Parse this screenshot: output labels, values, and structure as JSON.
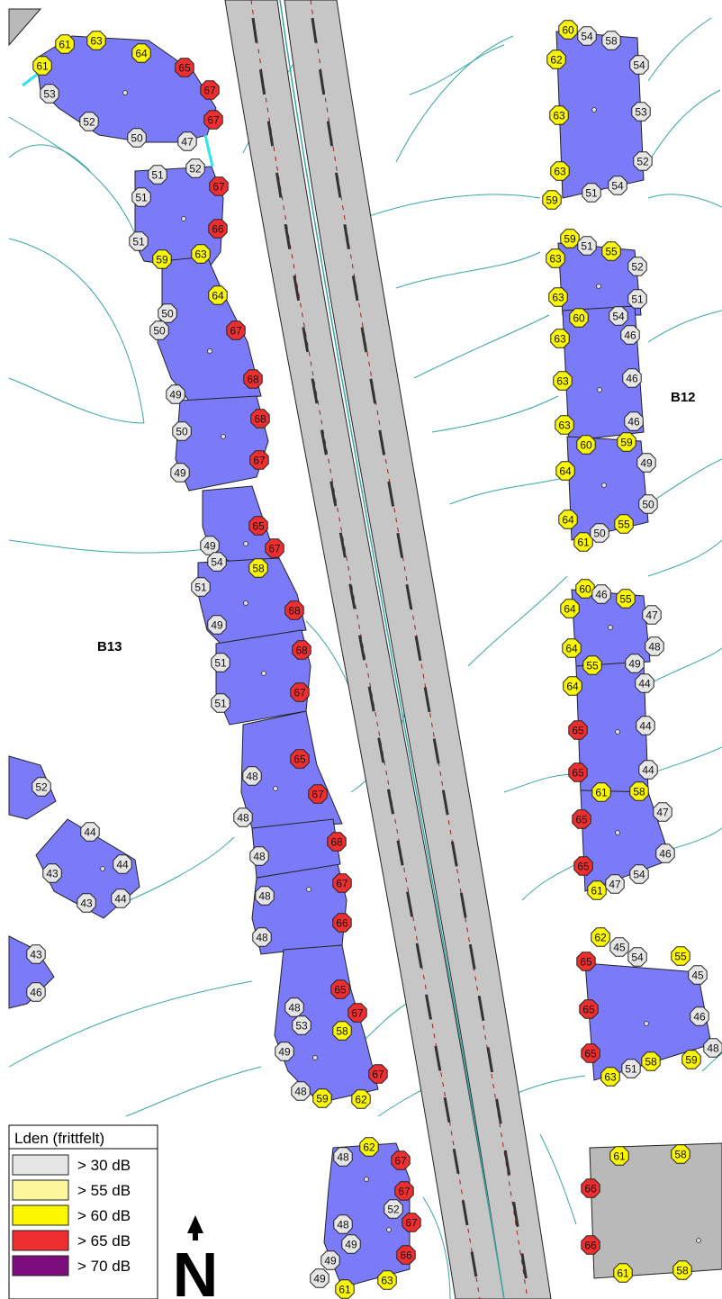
{
  "area_labels": {
    "b13": "B13",
    "b12": "B12"
  },
  "colors": {
    "grey": "#e6e6e6",
    "light_yellow": "#fbf79a",
    "yellow": "#fbf700",
    "red": "#ef2f2f",
    "purple": "#7d0c7d"
  },
  "legend": {
    "title": "Lden (frittfelt)",
    "items": [
      {
        "label": ">  30 dB",
        "color": "#e6e6e6"
      },
      {
        "label": ">  55 dB",
        "color": "#fbf79a"
      },
      {
        "label": ">  60 dB",
        "color": "#fbf700"
      },
      {
        "label": ">  65 dB",
        "color": "#ef2f2f"
      },
      {
        "label": ">  70 dB",
        "color": "#7d0c7d"
      }
    ]
  },
  "north_arrow": {
    "label": "N"
  },
  "noise_points": [
    [
      "61",
      "yellow"
    ],
    [
      "63",
      "yellow"
    ],
    [
      "64",
      "yellow"
    ],
    [
      "65",
      "red"
    ],
    [
      "61",
      "yellow"
    ],
    [
      "67",
      "red"
    ],
    [
      "53",
      "grey"
    ],
    [
      "67",
      "red"
    ],
    [
      "52",
      "grey"
    ],
    [
      "50",
      "grey"
    ],
    [
      "47",
      "grey"
    ],
    [
      "51",
      "grey"
    ],
    [
      "52",
      "grey"
    ],
    [
      "67",
      "red"
    ],
    [
      "51",
      "grey"
    ],
    [
      "66",
      "red"
    ],
    [
      "51",
      "grey"
    ],
    [
      "59",
      "yellow"
    ],
    [
      "63",
      "yellow"
    ],
    [
      "64",
      "yellow"
    ],
    [
      "50",
      "grey"
    ],
    [
      "67",
      "red"
    ],
    [
      "50",
      "grey"
    ],
    [
      "68",
      "red"
    ],
    [
      "49",
      "grey"
    ],
    [
      "68",
      "red"
    ],
    [
      "50",
      "grey"
    ],
    [
      "67",
      "red"
    ],
    [
      "49",
      "grey"
    ],
    [
      "65",
      "red"
    ],
    [
      "49",
      "grey"
    ],
    [
      "67",
      "red"
    ],
    [
      "54",
      "grey"
    ],
    [
      "58",
      "yellow"
    ],
    [
      "51",
      "grey"
    ],
    [
      "68",
      "red"
    ],
    [
      "49",
      "grey"
    ],
    [
      "68",
      "red"
    ],
    [
      "51",
      "grey"
    ],
    [
      "67",
      "red"
    ],
    [
      "51",
      "grey"
    ],
    [
      "65",
      "red"
    ],
    [
      "48",
      "grey"
    ],
    [
      "67",
      "red"
    ],
    [
      "48",
      "grey"
    ],
    [
      "68",
      "red"
    ],
    [
      "48",
      "grey"
    ],
    [
      "67",
      "red"
    ],
    [
      "48",
      "grey"
    ],
    [
      "66",
      "red"
    ],
    [
      "48",
      "grey"
    ],
    [
      "65",
      "red"
    ],
    [
      "48",
      "grey"
    ],
    [
      "67",
      "red"
    ],
    [
      "53",
      "grey"
    ],
    [
      "58",
      "yellow"
    ],
    [
      "49",
      "grey"
    ],
    [
      "67",
      "red"
    ],
    [
      "48",
      "grey"
    ],
    [
      "59",
      "yellow"
    ],
    [
      "62",
      "yellow"
    ],
    [
      "52",
      "grey"
    ],
    [
      "44",
      "grey"
    ],
    [
      "43",
      "grey"
    ],
    [
      "44",
      "grey"
    ],
    [
      "43",
      "grey"
    ],
    [
      "44",
      "grey"
    ],
    [
      "43",
      "grey"
    ],
    [
      "46",
      "grey"
    ],
    [
      "48",
      "grey"
    ],
    [
      "62",
      "yellow"
    ],
    [
      "67",
      "red"
    ],
    [
      "67",
      "red"
    ],
    [
      "52",
      "grey"
    ],
    [
      "67",
      "red"
    ],
    [
      "48",
      "grey"
    ],
    [
      "49",
      "grey"
    ],
    [
      "66",
      "red"
    ],
    [
      "49",
      "grey"
    ],
    [
      "49",
      "grey"
    ],
    [
      "61",
      "yellow"
    ],
    [
      "63",
      "yellow"
    ],
    [
      "60",
      "yellow"
    ],
    [
      "54",
      "grey"
    ],
    [
      "58",
      "grey"
    ],
    [
      "62",
      "yellow"
    ],
    [
      "54",
      "grey"
    ],
    [
      "63",
      "yellow"
    ],
    [
      "53",
      "grey"
    ],
    [
      "63",
      "yellow"
    ],
    [
      "52",
      "grey"
    ],
    [
      "59",
      "yellow"
    ],
    [
      "51",
      "grey"
    ],
    [
      "54",
      "grey"
    ],
    [
      "59",
      "yellow"
    ],
    [
      "51",
      "grey"
    ],
    [
      "55",
      "yellow"
    ],
    [
      "63",
      "yellow"
    ],
    [
      "52",
      "grey"
    ],
    [
      "63",
      "yellow"
    ],
    [
      "51",
      "grey"
    ],
    [
      "60",
      "yellow"
    ],
    [
      "54",
      "grey"
    ],
    [
      "63",
      "yellow"
    ],
    [
      "46",
      "grey"
    ],
    [
      "63",
      "yellow"
    ],
    [
      "46",
      "grey"
    ],
    [
      "63",
      "yellow"
    ],
    [
      "46",
      "grey"
    ],
    [
      "60",
      "yellow"
    ],
    [
      "59",
      "yellow"
    ],
    [
      "64",
      "yellow"
    ],
    [
      "49",
      "grey"
    ],
    [
      "64",
      "yellow"
    ],
    [
      "50",
      "grey"
    ],
    [
      "61",
      "yellow"
    ],
    [
      "50",
      "grey"
    ],
    [
      "55",
      "yellow"
    ],
    [
      "60",
      "yellow"
    ],
    [
      "46",
      "grey"
    ],
    [
      "55",
      "yellow"
    ],
    [
      "64",
      "yellow"
    ],
    [
      "47",
      "grey"
    ],
    [
      "64",
      "yellow"
    ],
    [
      "48",
      "grey"
    ],
    [
      "55",
      "yellow"
    ],
    [
      "49",
      "grey"
    ],
    [
      "64",
      "yellow"
    ],
    [
      "44",
      "grey"
    ],
    [
      "65",
      "red"
    ],
    [
      "44",
      "grey"
    ],
    [
      "65",
      "red"
    ],
    [
      "44",
      "grey"
    ],
    [
      "61",
      "yellow"
    ],
    [
      "58",
      "yellow"
    ],
    [
      "65",
      "red"
    ],
    [
      "47",
      "grey"
    ],
    [
      "65",
      "red"
    ],
    [
      "46",
      "grey"
    ],
    [
      "61",
      "yellow"
    ],
    [
      "47",
      "grey"
    ],
    [
      "54",
      "grey"
    ],
    [
      "62",
      "yellow"
    ],
    [
      "45",
      "grey"
    ],
    [
      "54",
      "grey"
    ],
    [
      "55",
      "yellow"
    ],
    [
      "65",
      "red"
    ],
    [
      "45",
      "grey"
    ],
    [
      "65",
      "red"
    ],
    [
      "46",
      "grey"
    ],
    [
      "65",
      "red"
    ],
    [
      "48",
      "grey"
    ],
    [
      "59",
      "yellow"
    ],
    [
      "63",
      "yellow"
    ],
    [
      "51",
      "grey"
    ],
    [
      "58",
      "yellow"
    ],
    [
      "61",
      "yellow"
    ],
    [
      "58",
      "yellow"
    ],
    [
      "66",
      "red"
    ],
    [
      "66",
      "red"
    ],
    [
      "61",
      "yellow"
    ],
    [
      "58",
      "yellow"
    ]
  ]
}
